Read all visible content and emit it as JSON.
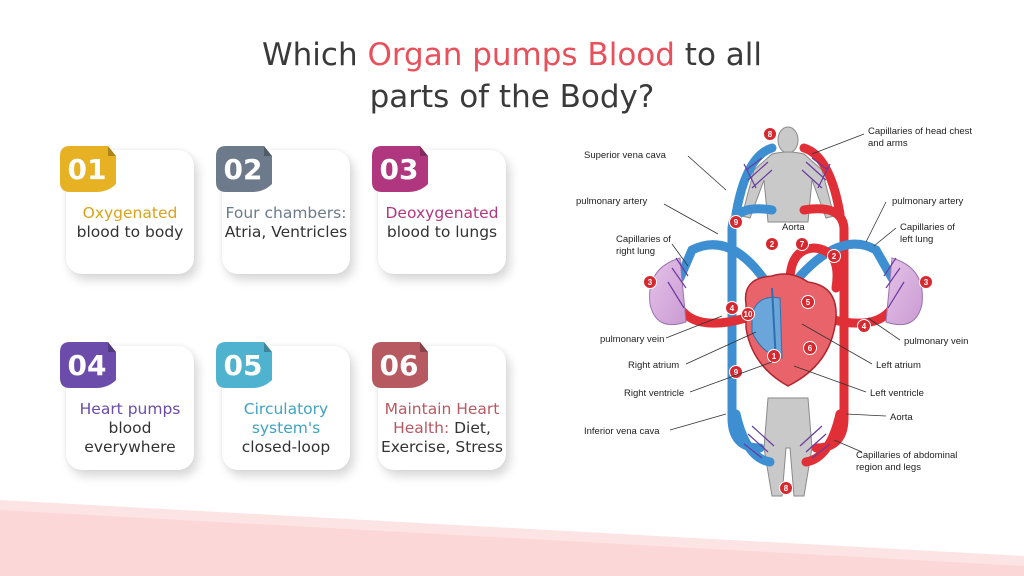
{
  "title": {
    "part1": "Which ",
    "highlight1": "Organ pumps Blood",
    "part2": " to all",
    "line2": "parts of the Body?"
  },
  "colors": {
    "accent": "#e8505b",
    "card01": "#e6b123",
    "card02": "#6d7a8b",
    "card03": "#b0377f",
    "card04": "#6b4caa",
    "card05": "#4fb3cf",
    "card06": "#b75961"
  },
  "cards": [
    {
      "num": "01",
      "hl": "Oxygenated",
      "rest": "blood to body",
      "hlcolor": "#d9a21a"
    },
    {
      "num": "02",
      "hl": "Four chambers:",
      "rest": "Atria, Ventricles",
      "hlcolor": "#6d7a8b"
    },
    {
      "num": "03",
      "hl": "Deoxygenated",
      "rest": "blood to lungs",
      "hlcolor": "#b0377f"
    },
    {
      "num": "04",
      "hl": "Heart pumps",
      "rest": "blood everywhere",
      "hlcolor": "#6b4caa"
    },
    {
      "num": "05",
      "hl": "Circulatory system's",
      "rest": "closed-loop",
      "hlcolor": "#3fa3c0"
    },
    {
      "num": "06",
      "hl": "Maintain Heart Health:",
      "rest": "Diet, Exercise, Stress",
      "hlcolor": "#b75961"
    }
  ],
  "diagram": {
    "labels": {
      "cap_head": "Capillaries  of head chest",
      "cap_head2": "and arms",
      "sup_vena": "Superior vena cava",
      "pulm_art_l": "pulmonary artery",
      "pulm_art_r": "pulmonary artery",
      "aorta_top": "Aorta",
      "cap_left": "Capillaries of",
      "cap_left2": "left lung",
      "cap_right": "Capillaries of",
      "cap_right2": "right lung",
      "pulm_vein_l": "pulmonary vein",
      "pulm_vein_r": "pulmonary vein",
      "right_atrium": "Right atrium",
      "left_atrium": "Left  atrium",
      "right_vent": "Right ventricle",
      "left_vent": "Left  ventricle",
      "aorta_bottom": "Aorta",
      "inf_vena": "Inferior vena cava",
      "cap_abd": "Capillaries of abdominal",
      "cap_abd2": "region and legs"
    },
    "badges": [
      "8",
      "9",
      "2",
      "7",
      "2",
      "3",
      "3",
      "4",
      "4",
      "10",
      "5",
      "6",
      "1",
      "9",
      "8"
    ]
  }
}
